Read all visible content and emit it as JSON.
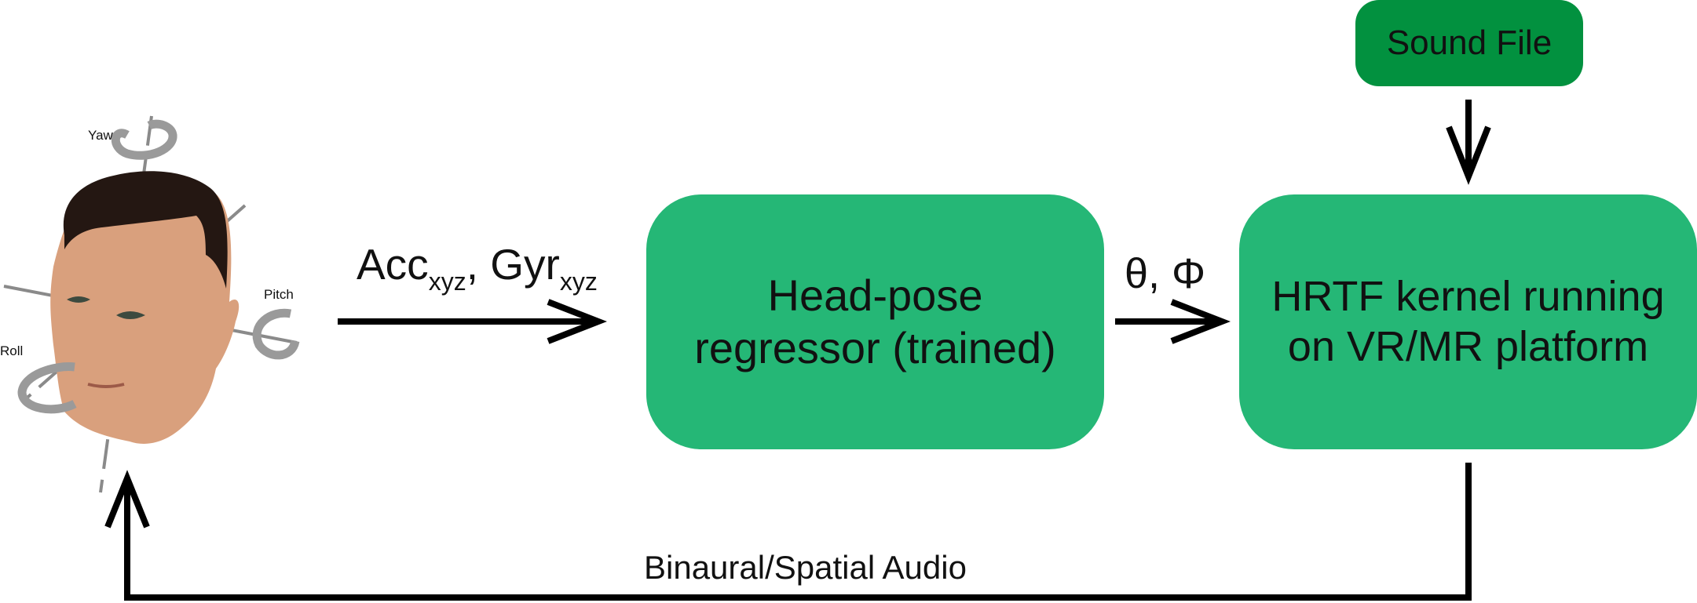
{
  "colors": {
    "box_green": "#25B776",
    "sound_green": "#02913F",
    "line": "#000000",
    "skin": "#d9a07d",
    "hair": "#241712",
    "arrow_gray": "#9a9a9a"
  },
  "head": {
    "yaw_label": "Yaw",
    "pitch_label": "Pitch",
    "roll_label": "Roll"
  },
  "input_label": {
    "acc": "Acc",
    "acc_sub": "xyz",
    "gyr": "Gyr",
    "gyr_sub": "xyz",
    "separator": ", "
  },
  "regressor": {
    "line1": "Head-pose",
    "line2": "regressor (trained)"
  },
  "angles_label": "θ, Φ",
  "hrtf": {
    "line1": "HRTF kernel running",
    "line2": "on VR/MR platform"
  },
  "sound_file": "Sound File",
  "feedback_label": "Binaural/Spatial Audio"
}
